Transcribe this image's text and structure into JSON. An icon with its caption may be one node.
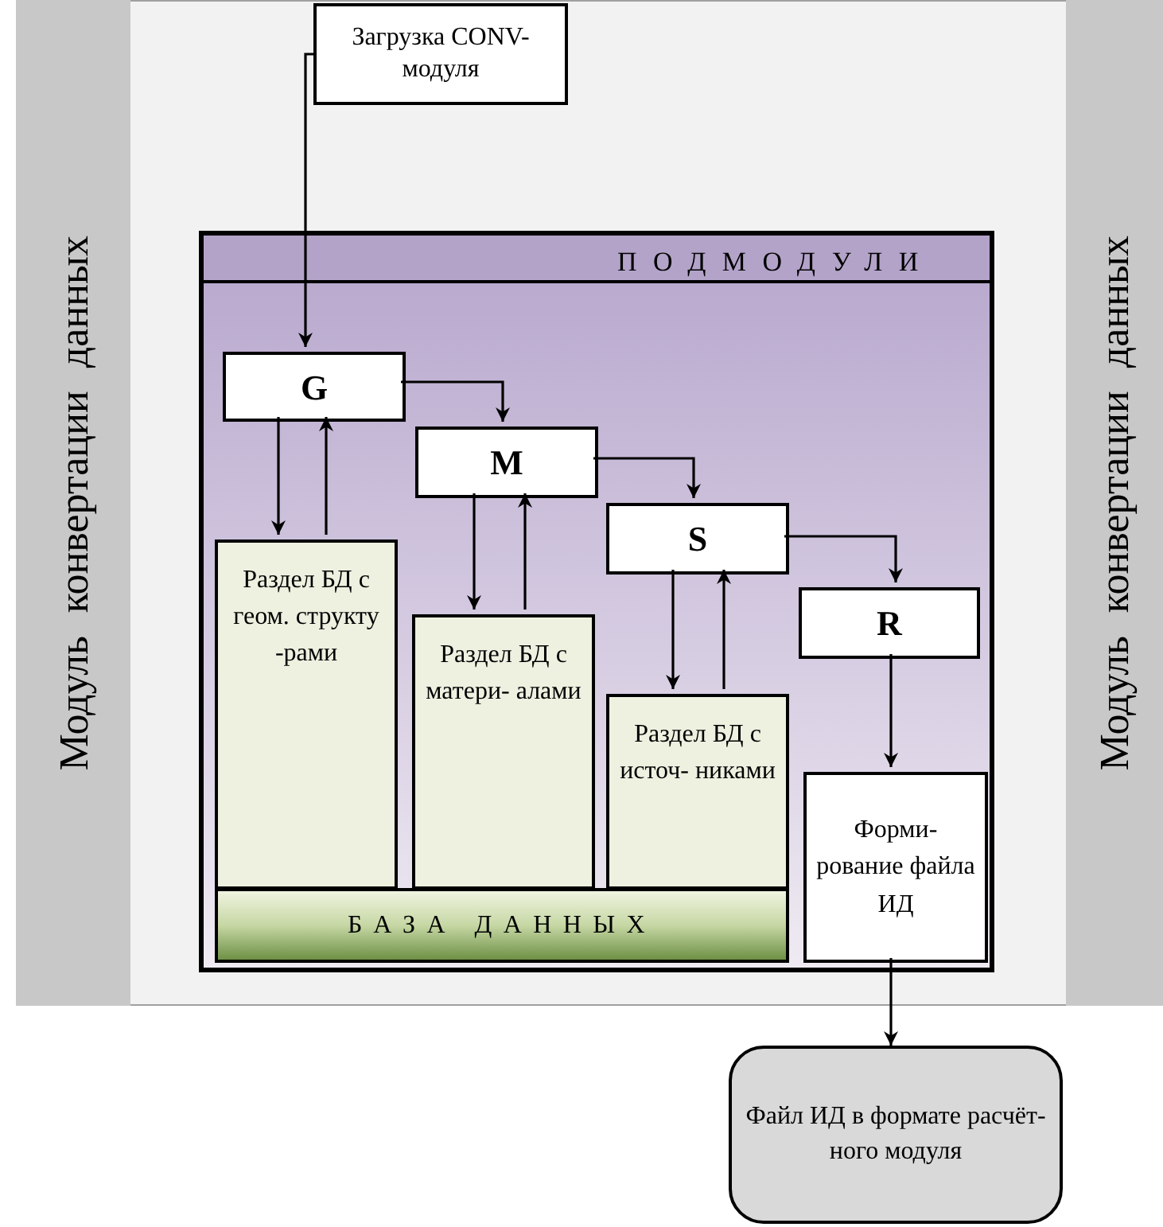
{
  "diagram": {
    "nodes": [
      {
        "text": [
          "Модуль конвертации данных"
        ]
      },
      {
        "text": [
          "Модуль конвертации данных"
        ]
      },
      {
        "text": [
          "Загрузка CONV-модуля"
        ]
      },
      {
        "text": [
          "ПОДМОДУЛИ"
        ]
      },
      {
        "text": [
          "G"
        ],
        "in": 3
      },
      {
        "text": [
          "M"
        ],
        "in": 3
      },
      {
        "text": [
          "S"
        ],
        "in": 3
      },
      {
        "text": [
          "R"
        ],
        "in": 3
      },
      {
        "text": [
          "Раздел БД с геом. структу -рами"
        ],
        "in": 3
      },
      {
        "text": [
          "Раздел БД с матери- алами"
        ],
        "in": 3
      },
      {
        "text": [
          "Раздел БД с источ- никами"
        ],
        "in": 3
      },
      {
        "text": [
          "БАЗА ДАННЫХ"
        ],
        "in": 3
      },
      {
        "text": [
          "Форми- рование файла ИД"
        ],
        "in": 3
      },
      {
        "text": [
          "Файл ИД в формате расчёт- ного модуля"
        ]
      }
    ],
    "edges": [
      {
        "from": 2,
        "to": 4,
        "arrow": "to"
      },
      {
        "from": 4,
        "to": 5,
        "arrow": "to"
      },
      {
        "from": 5,
        "to": 6,
        "arrow": "to"
      },
      {
        "from": 6,
        "to": 7,
        "arrow": "to"
      },
      {
        "from": 7,
        "to": 12,
        "arrow": "to"
      },
      {
        "from": 12,
        "to": 13,
        "arrow": "to"
      },
      {
        "from": 4,
        "to": 8,
        "arrow": "to"
      },
      {
        "from": 8,
        "to": 4,
        "arrow": "to"
      },
      {
        "from": 5,
        "to": 9,
        "arrow": "to"
      },
      {
        "from": 9,
        "to": 5,
        "arrow": "to"
      },
      {
        "from": 6,
        "to": 10,
        "arrow": "to"
      },
      {
        "from": 10,
        "to": 6,
        "arrow": "to"
      }
    ]
  }
}
